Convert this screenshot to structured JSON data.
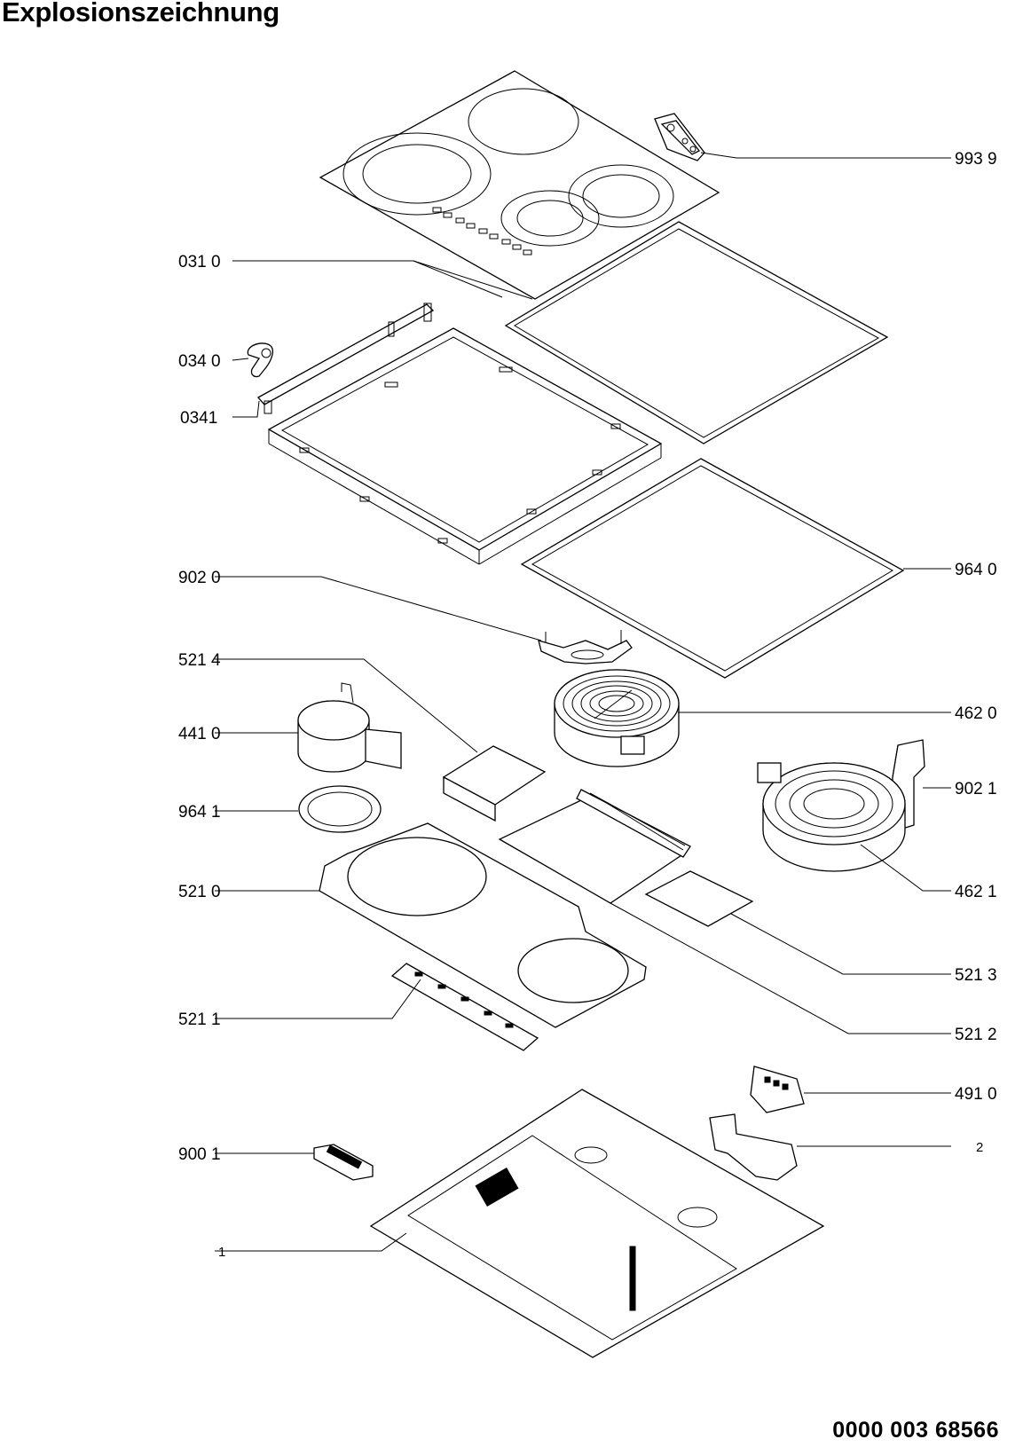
{
  "title": "Explosionszeichnung",
  "document_number": "0000 003 68566",
  "callouts": {
    "c9939": "993 9",
    "c0310": "031 0",
    "c0340": "034 0",
    "c0341": "0341",
    "c9640": "964 0",
    "c9020": "902 0",
    "c5214": "521 4",
    "c4620": "462 0",
    "c4410": "441 0",
    "c9021": "902 1",
    "c9641": "964 1",
    "c5210": "521 0",
    "c4621": "462 1",
    "c5213": "521 3",
    "c5211": "521 1",
    "c5212": "521 2",
    "c4910": "491 0",
    "c2": "2",
    "c9001": "900 1",
    "c1": "1"
  }
}
